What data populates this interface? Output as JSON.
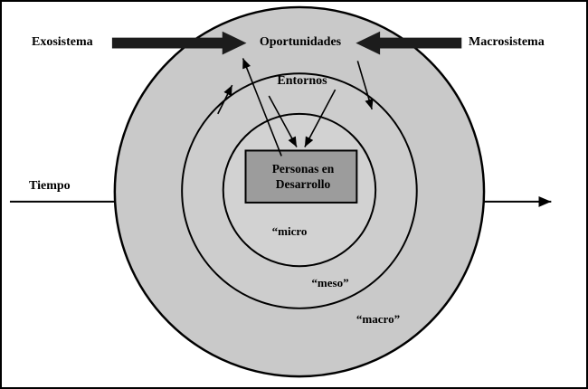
{
  "diagram": {
    "labels": {
      "exosistema": "Exosistema",
      "macrosistema": "Macrosistema",
      "oportunidades": "Oportunidades",
      "entornos": "Entornos",
      "tiempo": "Tiempo",
      "micro": "“micro",
      "meso": "“meso”",
      "macro": "“macro”",
      "center_box": {
        "line1": "Personas en",
        "line2": "Desarrollo"
      }
    },
    "colors": {
      "ring_fill": "#c9c9c9",
      "middle_ring_fill": "#cdcdcd",
      "inner_ring_fill": "#d2d2d2",
      "center_box_fill": "#9c9c9c",
      "arrow_color": "#1c1c1c",
      "outline": "#000000",
      "background": "#ffffff"
    }
  }
}
